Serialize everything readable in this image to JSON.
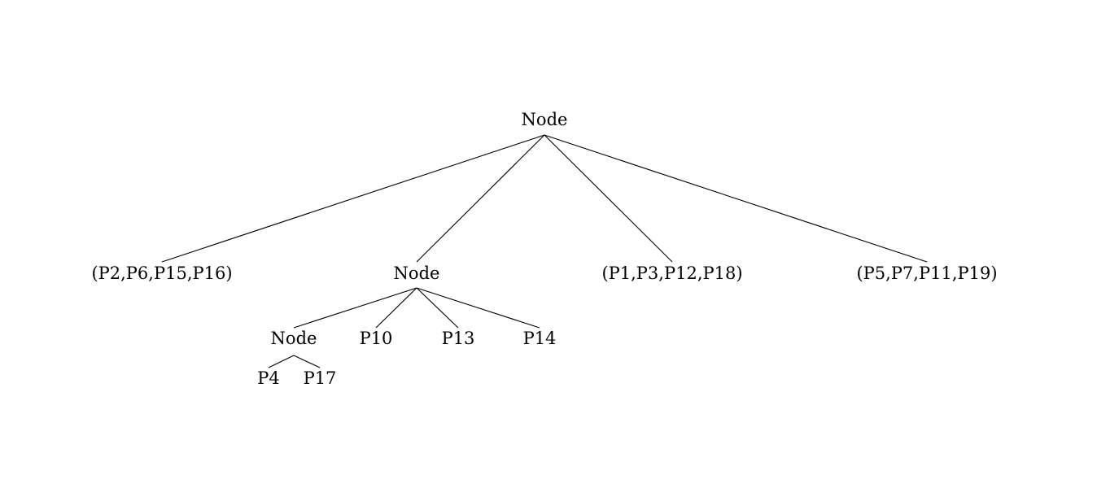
{
  "tree": {
    "root": {
      "label": "Node",
      "children": [
        {
          "label": "(P2,P6,P15,P16)"
        },
        {
          "label": "Node",
          "children": [
            {
              "label": "Node",
              "children": [
                {
                  "label": "P4"
                },
                {
                  "label": "P17"
                }
              ]
            },
            {
              "label": "P10"
            },
            {
              "label": "P13"
            },
            {
              "label": "P14"
            }
          ]
        },
        {
          "label": "(P1,P3,P12,P18)"
        },
        {
          "label": "(P5,P7,P11,P19)"
        }
      ]
    }
  }
}
